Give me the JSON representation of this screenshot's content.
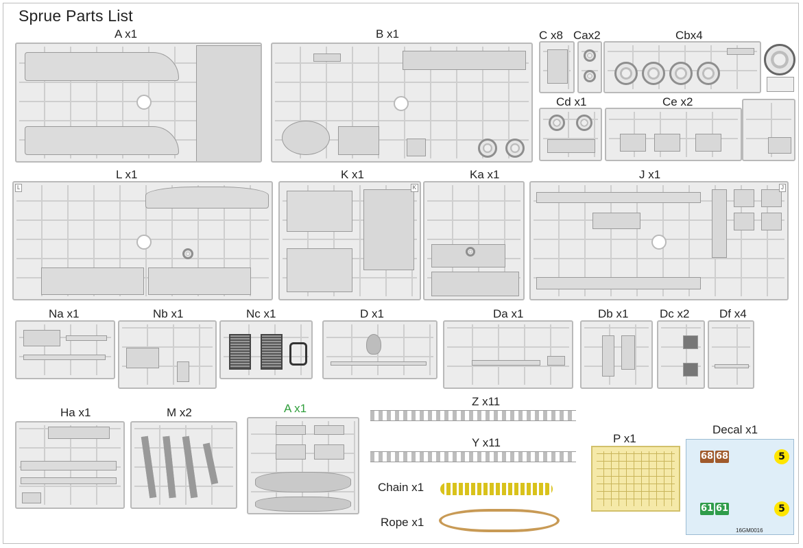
{
  "title": "Sprue Parts List",
  "sprues": {
    "A_top": "A x1",
    "B": "B x1",
    "C": "C x8",
    "Ca": "Cax2",
    "Cb": "Cbx4",
    "Cd": "Cd x1",
    "Ce": "Ce x2",
    "L": "L x1",
    "K": "K x1",
    "Ka": "Ka x1",
    "J": "J x1",
    "Na": "Na x1",
    "Nb": "Nb x1",
    "Nc": "Nc x1",
    "D": "D x1",
    "Da": "Da x1",
    "Db": "Db x1",
    "Dc": "Dc x2",
    "Df": "Df x4",
    "Ha": "Ha x1",
    "M": "M x2",
    "A_green": "A x1",
    "Z": "Z x11",
    "Y": "Y x11",
    "P": "P x1",
    "Decal": "Decal x1",
    "Chain": "Chain x1",
    "Rope": "Rope x1"
  },
  "decal": {
    "nums_row1": [
      "68",
      "68"
    ],
    "five": "5",
    "nums_row2": [
      "61",
      "61"
    ],
    "code": "16GM0016"
  },
  "colors": {
    "accent_green": "#2e9e3a",
    "decal_brown": "#a05a2c",
    "decal_green": "#2f9c4a",
    "decal_yellow": "#ffe500",
    "pe_brass": "#f5e9a8",
    "chain_gold": "#d9c21b",
    "rope_tan": "#c89a55"
  }
}
